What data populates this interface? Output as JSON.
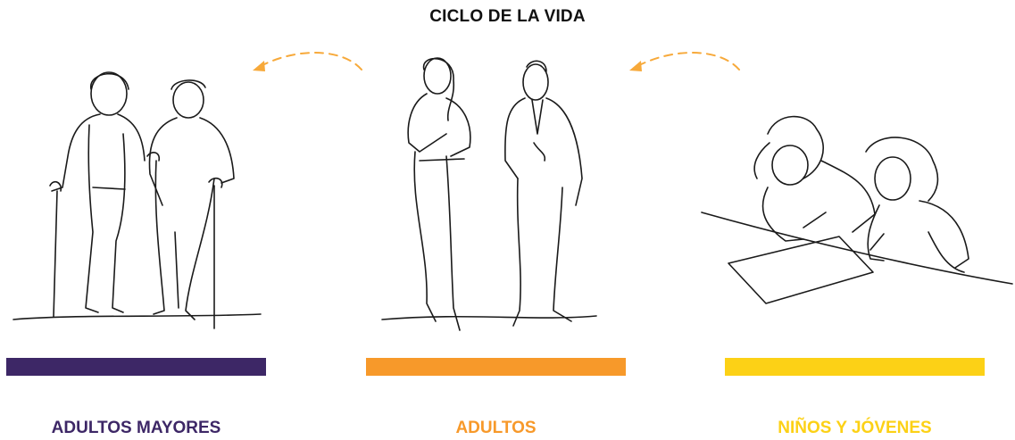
{
  "title": "CICLO DE LA VIDA",
  "stages": [
    {
      "label": "ADULTOS MAYORES",
      "color": "#3d2766",
      "illustration": "elderly-couple-icon"
    },
    {
      "label": "ADULTOS",
      "color": "#f7992a",
      "illustration": "adult-couple-icon"
    },
    {
      "label": "NIÑOS Y JÓVENES",
      "color": "#fcd116",
      "illustration": "children-studying-icon"
    }
  ],
  "arrow_color": "#f7a93a"
}
